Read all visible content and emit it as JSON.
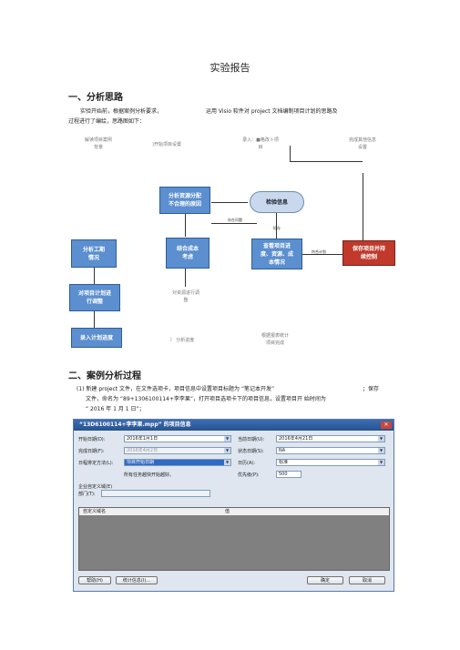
{
  "title": "实验报告",
  "section1": {
    "heading": "一、分析思路",
    "intro_line1": "实验开始前，根据案例分析要求，",
    "intro_line1b": "运用 Visio 软件对 project 文档编制项目计划的思路及",
    "intro_line2": "过程进行了编绘，思路图如下："
  },
  "flow": {
    "labels": {
      "top1": "解读项目案例\n背景",
      "top2": ")开始项目设置",
      "top3": "录入：■格改卜项\n目",
      "top4": "完成其他信息\n设置",
      "mid": "对资源进行调\n整",
      "bot1": "）   分析进度",
      "bot2": "根据报表统计\n项目完成"
    },
    "nodes": {
      "n_check": "检验信息",
      "n_reason": "分析资源分配\n不合理的原因",
      "n_cost": "结合成本\n考虑",
      "n_view": "查看项目进\n度、资源、成\n本情况",
      "n_save": "保存项目并持\n续控制",
      "n_period": "分析工期\n情况",
      "n_adjust": "对项目计划进\n行调整",
      "n_record": "录入计划进度"
    },
    "edge_labels": {
      "e1": "存在问题",
      "e2": "检存",
      "e3": "符合计划"
    }
  },
  "section2": {
    "heading": "二、案例分析过程",
    "step1a": "(1) 新建 project 文件，在文件选项卡，项目信息中设置项目标题为 “笔记本开发”",
    "step1a_tail": "；保存",
    "step1b": "文件，命名为 “89+1306100114+李李果”，打开项目选项卡下的项目信息，设置项目开  始时间为",
    "step1c": "“ 2016 年 1 月 1  日”；"
  },
  "dialog": {
    "title": "“13D6100114+李李果.mpp” 的项目信息",
    "close": "✕",
    "start_label": "开始日期(D):",
    "start_value": "2016年1月1日",
    "finish_label": "完成日期(F):",
    "finish_value": "2016年4月2日",
    "schedule_label": "日程排定方法(L):",
    "schedule_value": "项目开始日期",
    "all_tasks_text": "所有任务越快开始越好。",
    "current_label": "当前日期(U):",
    "current_value": "2016年4月21日",
    "status_label": "状态日期(S):",
    "status_value": "NA",
    "calendar_label": "日历(A):",
    "calendar_value": "标准",
    "priority_label": "优先级(P):",
    "priority_value": "500",
    "enterprise_label": "企业自定义域(E)",
    "dept_label": "部门(T):",
    "grid_col1": "自定义域名",
    "grid_col2": "值",
    "help_btn": "帮助(H)",
    "stats_btn": "统计信息(I)...",
    "ok_btn": "确定",
    "cancel_btn": "取消"
  }
}
